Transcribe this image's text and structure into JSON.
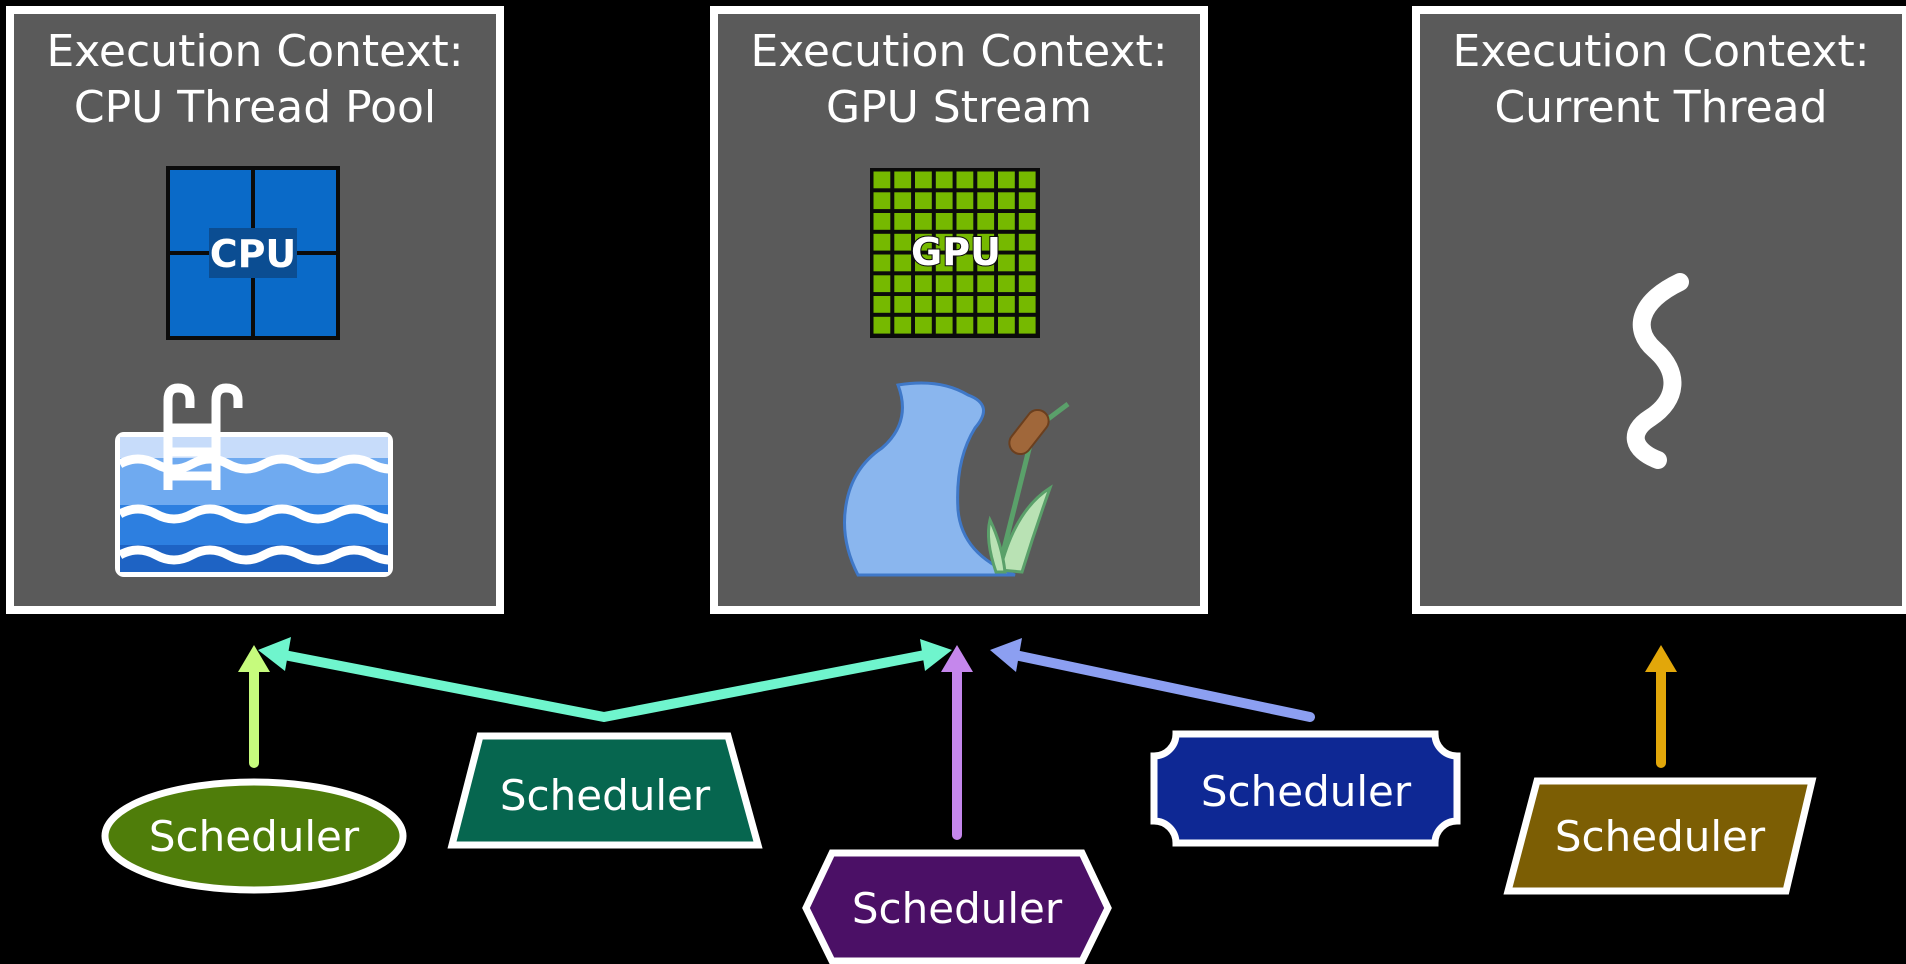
{
  "contexts": [
    {
      "line1": "Execution Context:",
      "line2": "CPU Thread Pool",
      "chip": "CPU",
      "icon": "swimming-pool-icon"
    },
    {
      "line1": "Execution Context:",
      "line2": "GPU Stream",
      "chip": "GPU",
      "icon": "river-stream-icon"
    },
    {
      "line1": "Execution Context:",
      "line2": "Current Thread",
      "icon": "thread-squiggle-icon"
    }
  ],
  "schedulers": [
    {
      "label": "Scheduler",
      "shape": "ellipse",
      "fill": "#4f7d0a",
      "arrow_color": "#c6fb7d"
    },
    {
      "label": "Scheduler",
      "shape": "trapezoid",
      "fill": "#06664f",
      "arrow_color": "#6ff5cd"
    },
    {
      "label": "Scheduler",
      "shape": "hexagon",
      "fill": "#4b1066",
      "arrow_color": "#c587ec"
    },
    {
      "label": "Scheduler",
      "shape": "ticket",
      "fill": "#0e2894",
      "arrow_color": "#8c9ff1"
    },
    {
      "label": "Scheduler",
      "shape": "parallelogram",
      "fill": "#7c5e04",
      "arrow_color": "#e2a70a"
    }
  ],
  "colors": {
    "background": "#000000",
    "context_fill": "#5a5a5a",
    "context_border": "#ffffff",
    "cpu_blue": "#0a6ac8",
    "gpu_green": "#76b900",
    "water_light": "#8ab6ee"
  }
}
